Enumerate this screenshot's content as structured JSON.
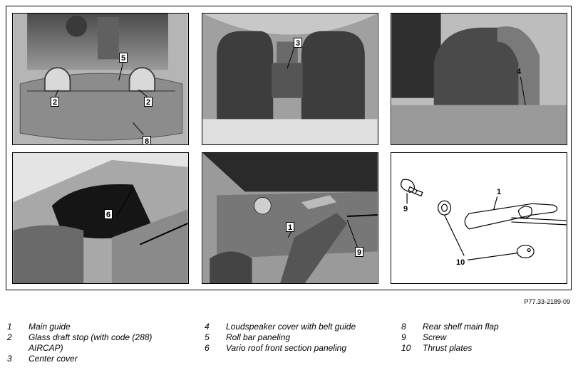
{
  "figure_id": "P77.33-2189-09",
  "callouts": {
    "p1_a": "2",
    "p1_b": "2",
    "p1_c": "5",
    "p1_d": "8",
    "p2_a": "3",
    "p3_a": "4",
    "p4_a": "6",
    "p5_a": "1",
    "p5_b": "9",
    "p6_a": "9",
    "p6_b": "1",
    "p6_c": "10"
  },
  "legend": [
    {
      "num": "1",
      "text": "Main guide"
    },
    {
      "num": "2",
      "text": "Glass draft stop (with code (288) AIRCAP)"
    },
    {
      "num": "3",
      "text": "Center cover"
    },
    {
      "num": "4",
      "text": "Loudspeaker cover with belt guide"
    },
    {
      "num": "5",
      "text": "Roll bar paneling"
    },
    {
      "num": "6",
      "text": "Vario roof front section paneling"
    },
    {
      "num": "8",
      "text": "Rear shelf main flap"
    },
    {
      "num": "9",
      "text": "Screw"
    },
    {
      "num": "10",
      "text": "Thrust plates"
    }
  ]
}
